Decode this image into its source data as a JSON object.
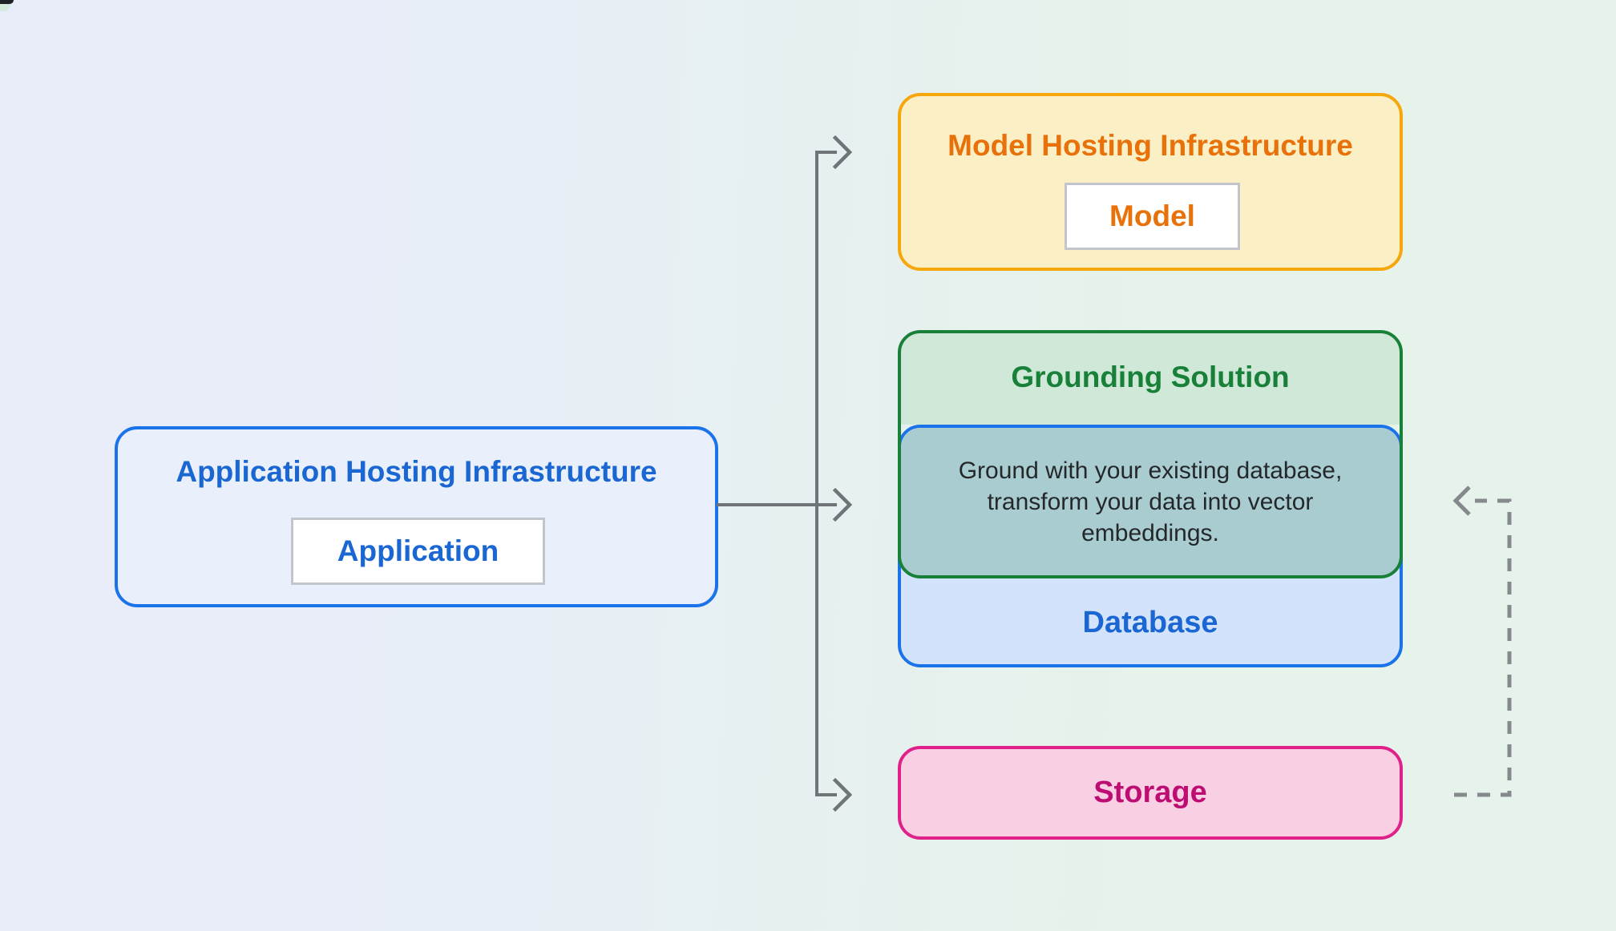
{
  "diagram": {
    "application": {
      "title": "Application Hosting Infrastructure",
      "chip": "Application"
    },
    "model": {
      "title": "Model Hosting Infrastructure",
      "chip": "Model"
    },
    "grounding": {
      "title": "Grounding Solution",
      "note": "Ground with your existing database, transform your data into vector embeddings.",
      "database_label": "Database"
    },
    "storage": {
      "label": "Storage"
    }
  },
  "theme": {
    "bg-left": "#E8EDF9",
    "bg-right": "#E5F3EA",
    "blue-border": "#1A73E8",
    "blue-fill": "#EAF0FB",
    "blue-text": "#1A66D2",
    "lightblue-fill": "#D3E3FB",
    "green-border": "#188038",
    "green-fill": "#D0E8D7",
    "green-text": "#188038",
    "teal-fill": "#A9CCD1",
    "teal-text": "#24282B",
    "orange-border": "#F6A70B",
    "orange-fill": "#FBEFC6",
    "orange-text": "#E8710A",
    "pink-border": "#E0218A",
    "pink-fill": "#F9D0E3",
    "pink-text": "#BD0D72",
    "chip-border": "#C2C6CC",
    "chip-bg": "#FFFFFF",
    "arrow": "#6F7478",
    "arrow-dashed": "#85898D"
  }
}
